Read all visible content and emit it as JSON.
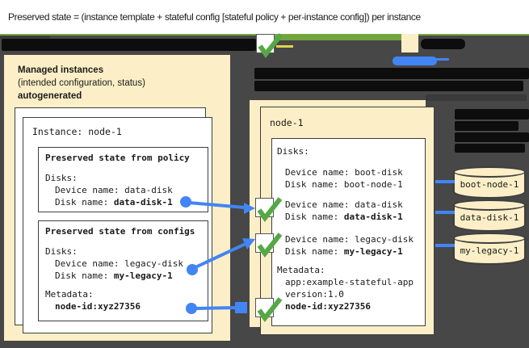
{
  "banner": {
    "text": "Preserved state = (instance template + stateful config [stateful policy + per-instance config]) per instance"
  },
  "managed_panel": {
    "title": "Managed instances",
    "subtitle": "(intended configuration, status)",
    "subtitle2": "autogenerated",
    "instance_card": {
      "title": "Instance: node-1",
      "policy_box": {
        "title": "Preserved state from policy",
        "disks_label": "Disks:",
        "device_line": "Device name: data-disk",
        "disk_label": "Disk name: ",
        "disk_value": "data-disk-1"
      },
      "configs_box": {
        "title": "Preserved state from configs",
        "disks_label": "Disks:",
        "device_line": "Device name: legacy-disk",
        "disk_label": "Disk name: ",
        "disk_value": "my-legacy-1",
        "metadata_label": "Metadata:",
        "metadata_value": "node-id:xyz27356"
      }
    }
  },
  "vm_panel": {
    "title": "node-1",
    "disks_label": "Disks:",
    "entries": [
      {
        "device": "Device name: boot-disk",
        "disk_label": "Disk name: ",
        "disk_value": "boot-node-1"
      },
      {
        "device": "Device name: data-disk",
        "disk_label": "Disk name: ",
        "disk_value": "data-disk-1"
      },
      {
        "device": "Device name: legacy-disk",
        "disk_label": "Disk name: ",
        "disk_value": "my-legacy-1"
      }
    ],
    "metadata_label": "Metadata:",
    "metadata_line1": "app:example-stateful-app",
    "metadata_line2": "version:1.0",
    "metadata_bold": "node-id:xyz27356"
  },
  "disk_cylinders": [
    {
      "label": "boot-node-1"
    },
    {
      "label": "data-disk-1"
    },
    {
      "label": "my-legacy-1"
    }
  ],
  "icons": {
    "checkmark": "checkmark-icon",
    "arrow": "blue-arrow-icon"
  },
  "colors": {
    "background": "#474747",
    "banner_bg": "#FFFFFF",
    "panel_yellow": "#FCEFC7",
    "border_dark": "#3E3E3E",
    "accent_blue": "#4285F4",
    "accent_green_check": "#55A845",
    "accent_green_bar": "#72A43C",
    "accent_yellow_line": "#E3D24B",
    "redaction_black": "#0D0D0D"
  }
}
